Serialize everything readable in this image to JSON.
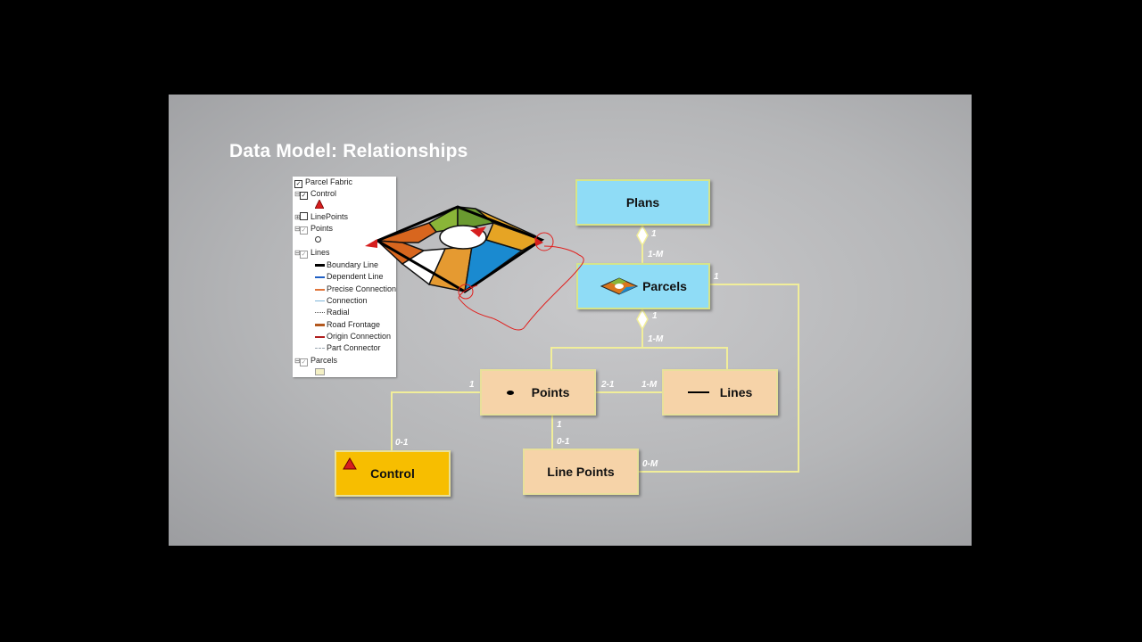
{
  "title": "Data Model: Relationships",
  "toc": {
    "items": [
      {
        "label": "Parcel Fabric",
        "checkbox": "checked"
      },
      {
        "label": "Control",
        "checkbox": "checked"
      },
      {
        "label": "LinePoints",
        "checkbox": "unchecked"
      },
      {
        "label": "Points",
        "checkbox": "grey"
      },
      {
        "label": "Lines",
        "checkbox": "grey"
      },
      {
        "label": "Boundary Line",
        "color": "#000000"
      },
      {
        "label": "Dependent Line",
        "color": "#1f5fc4"
      },
      {
        "label": "Precise Connection",
        "color": "#e0743a"
      },
      {
        "label": "Connection",
        "color": "#7fb6d9"
      },
      {
        "label": "Radial",
        "color": "#555555"
      },
      {
        "label": "Road Frontage",
        "color": "#b3581e"
      },
      {
        "label": "Origin Connection",
        "color": "#b01e1e"
      },
      {
        "label": "Part Connector",
        "color": "#9aa6b0"
      },
      {
        "label": "Parcels",
        "checkbox": "grey"
      }
    ]
  },
  "entities": {
    "plans": "Plans",
    "parcels": "Parcels",
    "points": "Points",
    "lines": "Lines",
    "control": "Control",
    "line_points": "Line Points"
  },
  "cardinalities": {
    "plans_parcels_top": "1",
    "plans_parcels_bottom": "1-M",
    "parcels_right": "1",
    "parcels_children_top": "1",
    "parcels_children_bottom": "1-M",
    "points_control_top": "1",
    "points_control_bottom": "0-1",
    "points_lines_left": "2-1",
    "points_lines_right": "1-M",
    "points_linepoints_top": "1",
    "points_linepoints_bottom": "0-1",
    "linepoints_right": "0-M"
  },
  "colors": {
    "connector": "#f1ee9a",
    "plans_fill": "#8fdcf6",
    "points_fill": "#f6d3a8",
    "control_fill": "#f7be00",
    "annotation": "#e0201e"
  }
}
